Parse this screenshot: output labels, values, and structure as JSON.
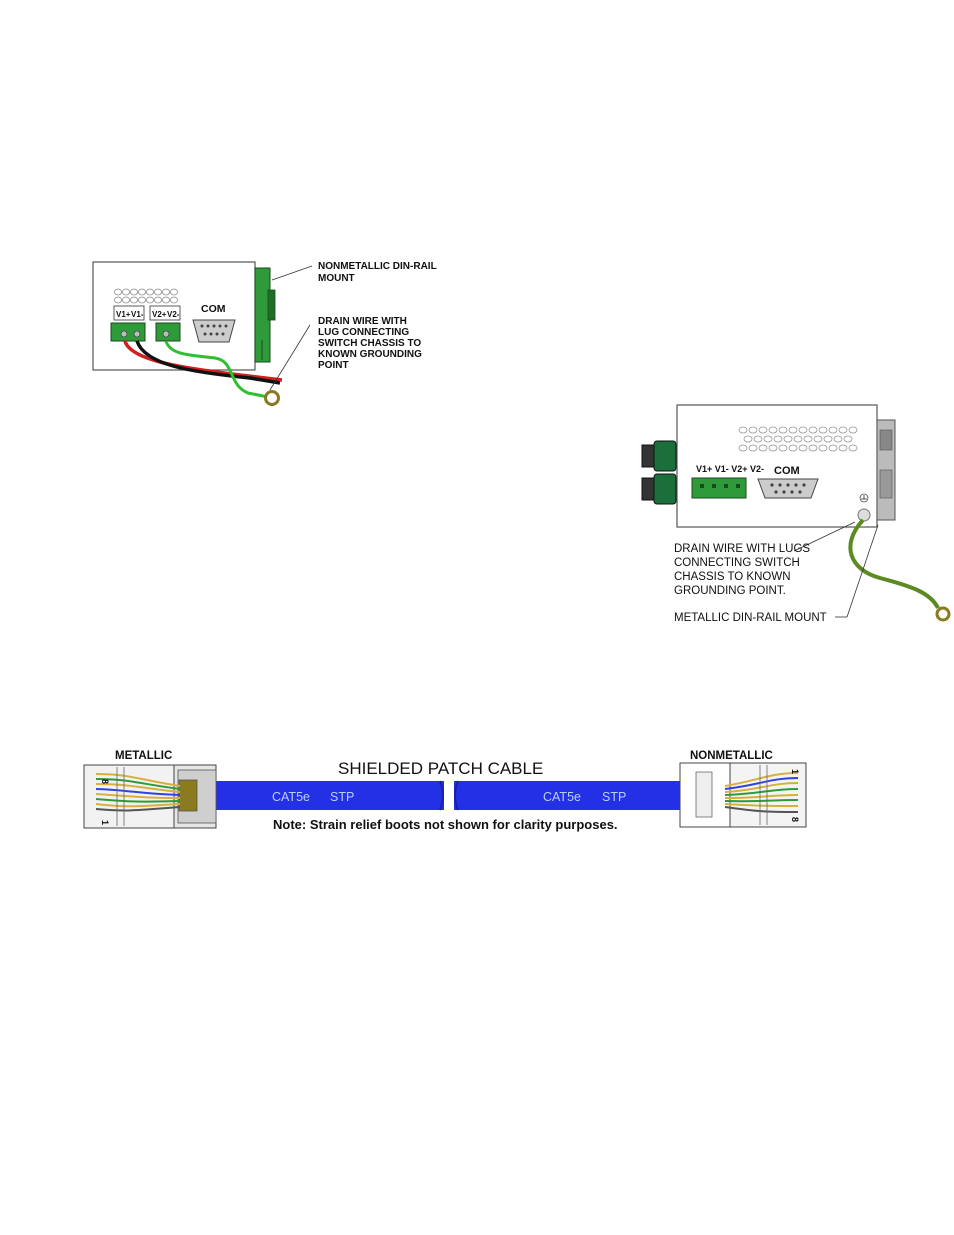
{
  "diagram1": {
    "label_din_rail": [
      "NONMETALLIC DIN-RAIL",
      "MOUNT"
    ],
    "label_drain_wire": [
      "DRAIN WIRE WITH",
      "LUG CONNECTING",
      "SWITCH CHASSIS TO",
      "KNOWN GROUNDING",
      "POINT"
    ],
    "com_label": "COM",
    "terminals": [
      "V1+",
      "V1-",
      "V2+",
      "V2-"
    ]
  },
  "diagram2": {
    "label_drain_wire": [
      "DRAIN WIRE WITH LUGS",
      "CONNECTING SWITCH",
      "CHASSIS TO KNOWN",
      "GROUNDING POINT."
    ],
    "label_din_rail": "METALLIC DIN-RAIL MOUNT",
    "com_label": "COM",
    "terminals_label": "V1+ V1- V2+ V2-"
  },
  "diagram3": {
    "title": "SHIELDED PATCH CABLE",
    "left_end_label": "METALLIC",
    "right_end_label": "NONMETALLIC",
    "cable_left_text": [
      "CAT5e",
      "STP"
    ],
    "cable_right_text": [
      "CAT5e",
      "STP"
    ],
    "note": "Note: Strain relief boots not shown for clarity purposes.",
    "pin_high": "8",
    "pin_low": "1"
  },
  "colors": {
    "cable_blue": "#2430e6",
    "wire_green": "#2ec030",
    "wire_red": "#d02020",
    "terminal_green": "#2f9a3a",
    "ground_olive": "#5a8a20"
  }
}
